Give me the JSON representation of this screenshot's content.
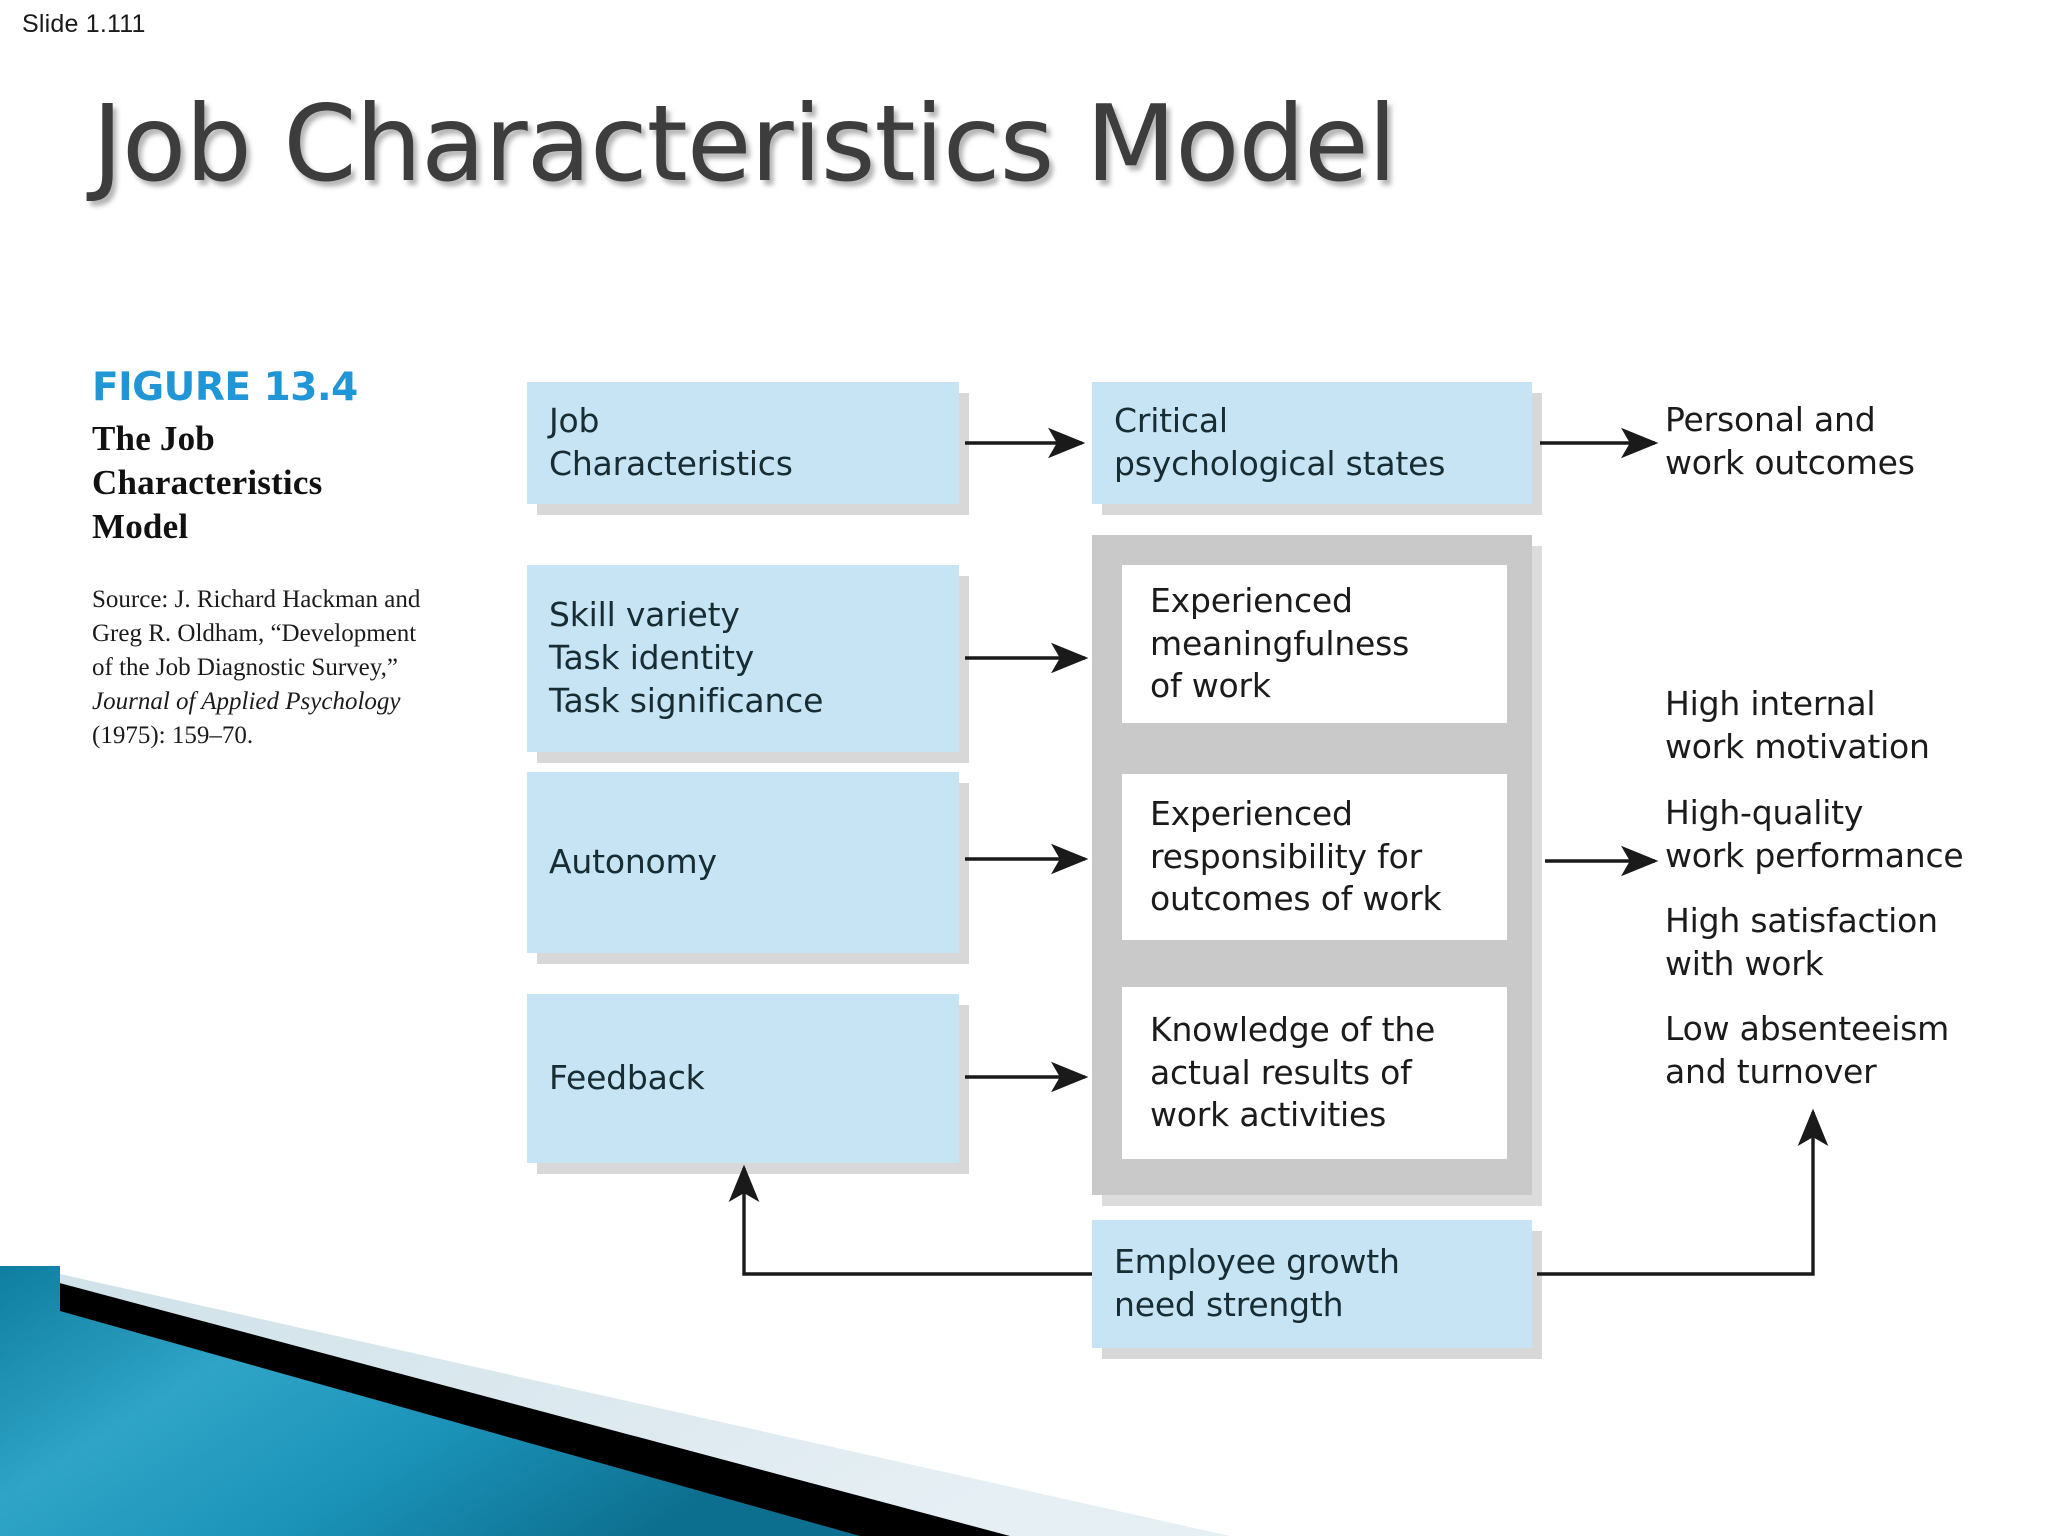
{
  "slide": {
    "number": "Slide 1.111",
    "title": "Job Characteristics Model"
  },
  "figure": {
    "label": "FIGURE 13.4",
    "title_lines": [
      "The Job",
      "Characteristics",
      "Model"
    ],
    "source_lines": [
      "Source: J. Richard Hackman and",
      "Greg R. Oldham, “Development",
      "of the Job Diagnostic Survey,”"
    ],
    "source_italic_line": "Journal of Applied Psychology",
    "source_last_line": "(1975): 159–70."
  },
  "diagram": {
    "header_left": {
      "lines": [
        "Job",
        "Characteristics"
      ]
    },
    "header_middle": {
      "lines": [
        "Critical",
        "psychological states"
      ]
    },
    "header_right": {
      "lines": [
        "Personal and",
        "work outcomes"
      ]
    },
    "job_characteristics": [
      {
        "lines": [
          "Skill variety",
          "Task identity",
          "Task significance"
        ]
      },
      {
        "lines": [
          "Autonomy"
        ]
      },
      {
        "lines": [
          "Feedback"
        ]
      }
    ],
    "psychological_states": [
      {
        "lines": [
          "Experienced",
          "meaningfulness",
          "of work"
        ]
      },
      {
        "lines": [
          "Experienced",
          "responsibility for",
          "outcomes of work"
        ]
      },
      {
        "lines": [
          "Knowledge of the",
          "actual results of",
          "work activities"
        ]
      }
    ],
    "outcomes": [
      {
        "lines": [
          "High internal",
          "work motivation"
        ]
      },
      {
        "lines": [
          "High-quality",
          "work performance"
        ]
      },
      {
        "lines": [
          "High satisfaction",
          "with work"
        ]
      },
      {
        "lines": [
          "Low absenteeism",
          "and turnover"
        ]
      }
    ],
    "moderator": {
      "lines": [
        "Employee growth",
        "need strength"
      ]
    }
  },
  "colors": {
    "box_blue": "#c6e4f3",
    "frame_gray": "#c9c9c9",
    "accent_blue": "#2196d6",
    "title_gray": "#3d3d3d",
    "deco_teal": "#1a8fb5",
    "deco_pale": "#d9e8ef",
    "deco_black": "#000000"
  }
}
